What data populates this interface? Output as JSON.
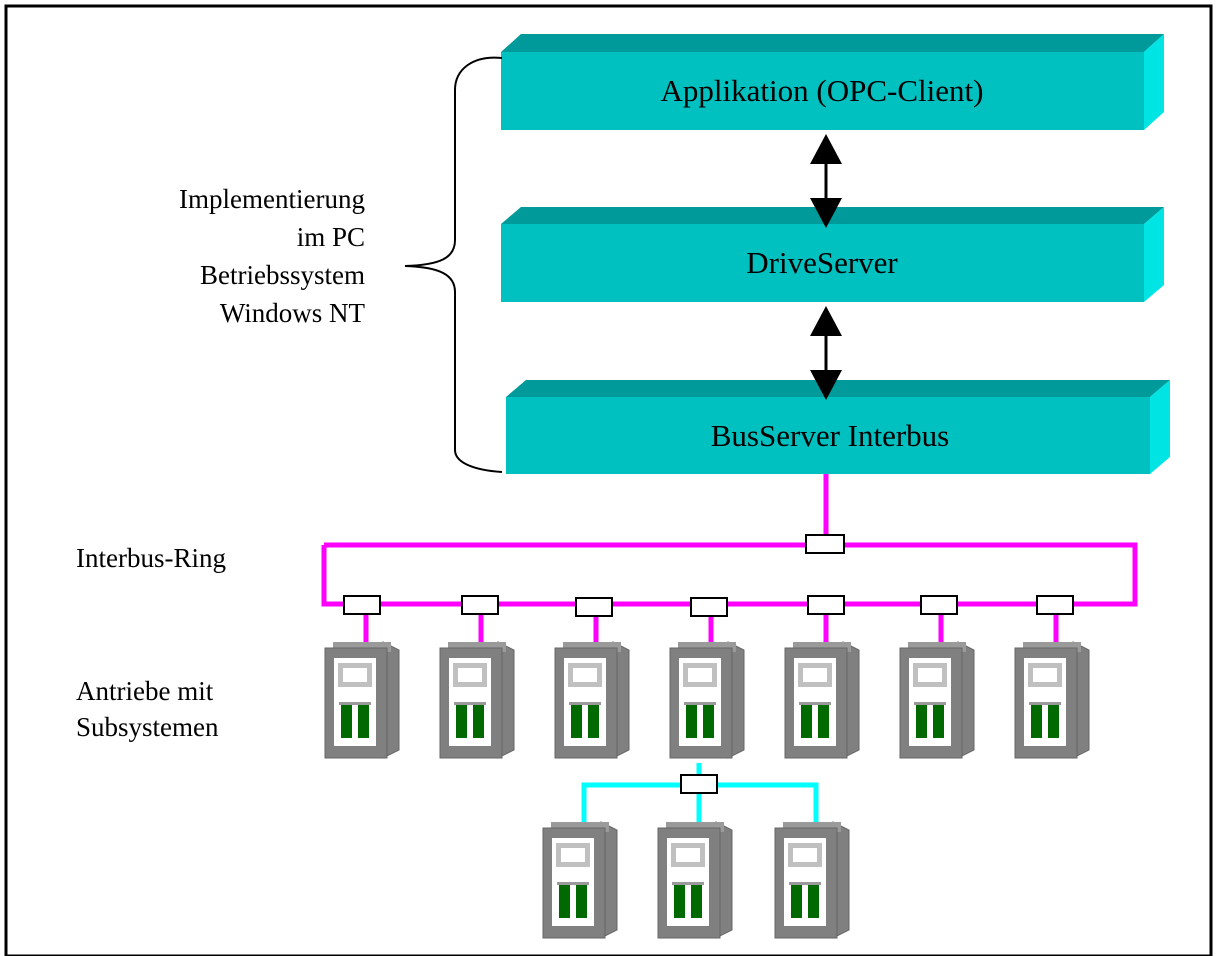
{
  "layers": {
    "application": "Applikation (OPC-Client)",
    "driveserver": "DriveServer",
    "busserver": "BusServer Interbus"
  },
  "labels": {
    "implementation": [
      "Implementierung",
      "im PC",
      "Betriebssystem",
      "Windows NT"
    ],
    "ring": "Interbus-Ring",
    "drives": [
      "Antriebe mit",
      "Subsystemen"
    ]
  },
  "colors": {
    "layer_front": "#00c0c0",
    "layer_top": "#009a9a",
    "layer_side": "#00e4e4",
    "interbus_line": "#ff00ff",
    "subsystem_line": "#00ffff",
    "drive_body": "#808080",
    "drive_panel": "#ffffff",
    "drive_window": "#c0c0c0",
    "drive_leds": "#006a00"
  },
  "icons": [
    "drive-icon",
    "bus-connector-icon",
    "bidirectional-arrow-icon",
    "curly-brace-icon"
  ]
}
